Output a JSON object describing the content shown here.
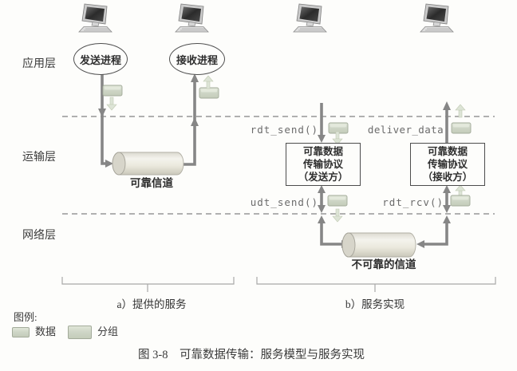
{
  "figure": {
    "caption": "图 3-8　可靠数据传输：服务模型与服务实现"
  },
  "layers": {
    "application": "应用层",
    "transport": "运输层",
    "network": "网络层"
  },
  "panel_a": {
    "caption": "a）提供的服务",
    "sending_process": "发送进程",
    "receiving_process": "接收进程",
    "channel_label": "可靠信道"
  },
  "panel_b": {
    "caption": "b）服务实现",
    "rdt_send_label": "rdt_send()",
    "deliver_data_label": "deliver_data",
    "udt_send_label": "udt_send()",
    "rdt_rcv_label": "rdt_rcv()",
    "sender_box_lines": [
      "可靠数据",
      "传输协议",
      "（发送方）"
    ],
    "receiver_box_lines": [
      "可靠数据",
      "传输协议",
      "（接收方）"
    ],
    "channel_label": "不可靠的信道"
  },
  "legend": {
    "title": "图例:",
    "items": [
      {
        "label": "数据"
      },
      {
        "label": "分组"
      }
    ]
  },
  "colors": {
    "arrow": "#868686",
    "dashed_line": "#979797",
    "box_border": "#4d4d4d",
    "packet_fill": "#cfd6c9",
    "packet_faded": "#dde4d6",
    "text": "#3a3a3a",
    "code_text": "#6b6b6b"
  }
}
